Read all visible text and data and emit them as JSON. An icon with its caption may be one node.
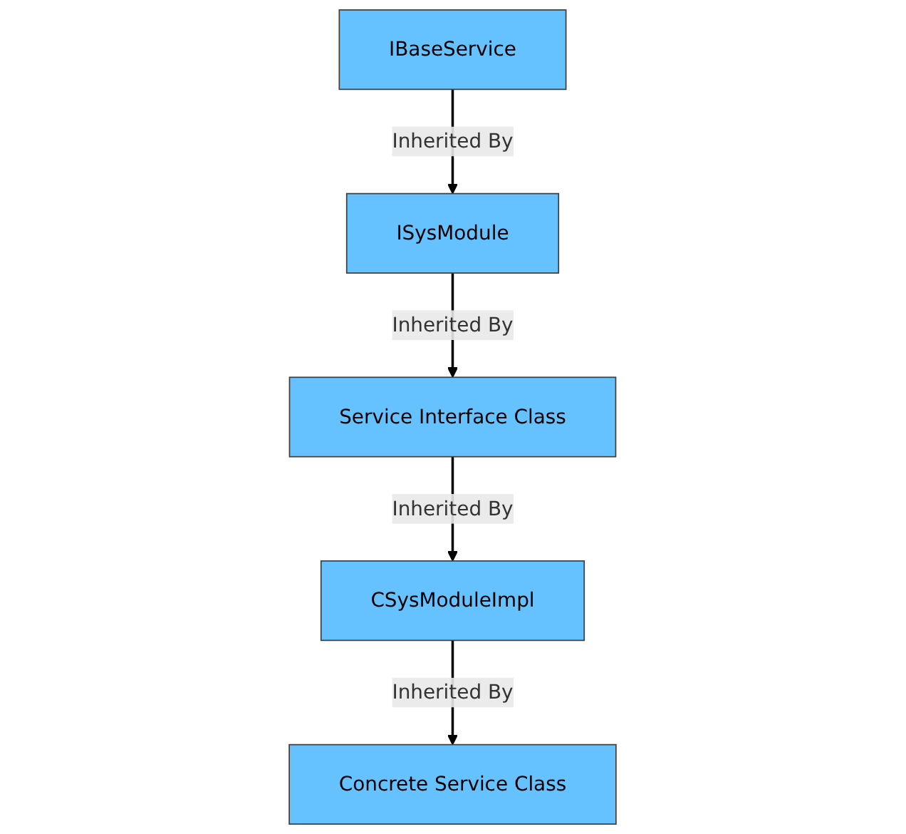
{
  "diagram": {
    "nodes": [
      {
        "text": [
          "CSysModuleImpl"
        ]
      },
      {
        "text": [
          "IBaseService"
        ]
      },
      {
        "text": [
          "Concrete Service Class"
        ]
      },
      {
        "text": [
          "ISysModule"
        ]
      },
      {
        "text": [
          "Service Interface Class"
        ]
      }
    ],
    "edges": [
      {
        "from": 0,
        "to": 2,
        "arrow": "to",
        "label": "Inherited By"
      },
      {
        "from": 1,
        "to": 3,
        "arrow": "to",
        "label": "Inherited By"
      },
      {
        "from": 3,
        "to": 4,
        "arrow": "to",
        "label": "Inherited By"
      },
      {
        "from": 4,
        "to": 0,
        "arrow": "to",
        "label": "Inherited By"
      }
    ]
  }
}
